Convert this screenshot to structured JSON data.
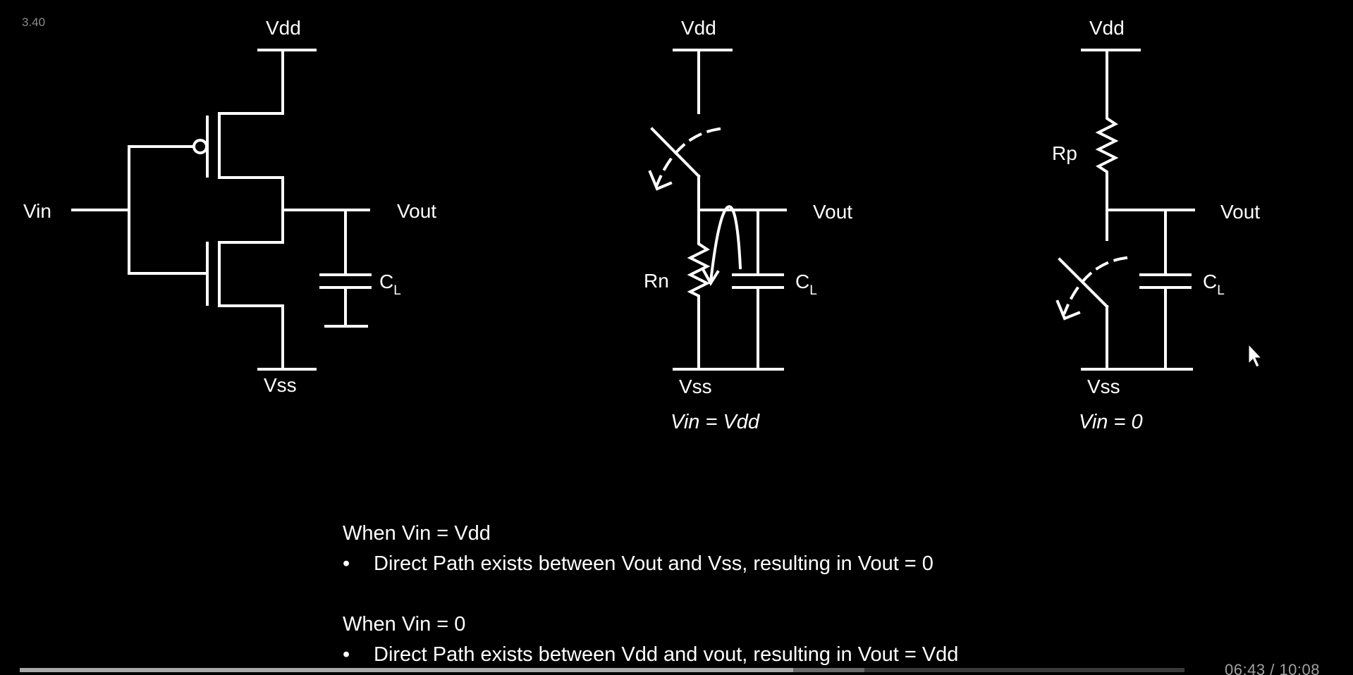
{
  "slide": {
    "number": "3.40"
  },
  "circuit1": {
    "vdd": "Vdd",
    "vss": "Vss",
    "vin": "Vin",
    "vout": "Vout",
    "cap_main": "C",
    "cap_sub": "L"
  },
  "circuit2": {
    "vdd": "Vdd",
    "vss": "Vss",
    "vout": "Vout",
    "resistor": "Rn",
    "cap_main": "C",
    "cap_sub": "L",
    "condition": "Vin = Vdd"
  },
  "circuit3": {
    "vdd": "Vdd",
    "vss": "Vss",
    "vout": "Vout",
    "resistor": "Rp",
    "cap_main": "C",
    "cap_sub": "L",
    "condition": "Vin = 0"
  },
  "notes": {
    "case1_heading": "When Vin = Vdd",
    "case1_bullet": "Direct Path exists between Vout and Vss, resulting in Vout = 0",
    "case2_heading": "When Vin = 0",
    "case2_bullet": "Direct Path exists between Vdd and vout, resulting in Vout = Vdd",
    "bullet_symbol": "•"
  },
  "player": {
    "current_time": "06:43",
    "separator": "/",
    "duration": "10:08",
    "progress_fraction": 0.664,
    "buffered_fraction": 0.725
  },
  "icons": {
    "cursor": "mouse-pointer-icon"
  }
}
